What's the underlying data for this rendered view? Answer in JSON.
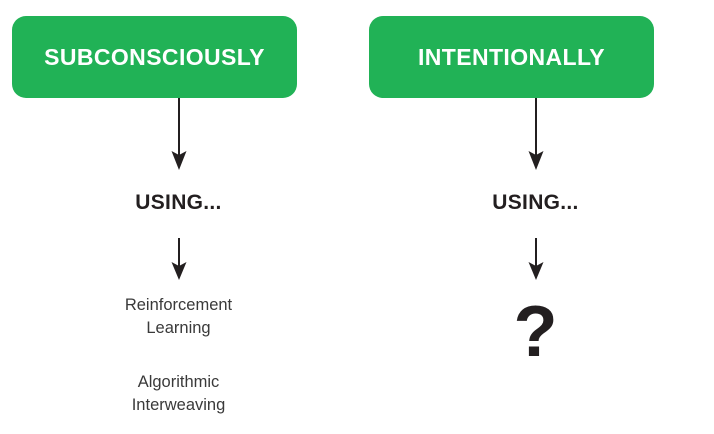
{
  "theme": {
    "background": "#ffffff",
    "accent_green": "#21b256",
    "box_text": "#ffffff",
    "heading_text": "#231f20",
    "body_text": "#3a3a3a",
    "arrow_color": "#231f20"
  },
  "columns": [
    {
      "id": "subconsciously",
      "header_label": "SUBCONSCIOUSLY",
      "using_label": "USING...",
      "outcomes": [
        {
          "line1": "Reinforcement",
          "line2": "Learning"
        },
        {
          "line1": "Algorithmic",
          "line2": "Interweaving"
        }
      ]
    },
    {
      "id": "intentionally",
      "header_label": "INTENTIONALLY",
      "using_label": "USING...",
      "unknown_symbol": "?"
    }
  ]
}
